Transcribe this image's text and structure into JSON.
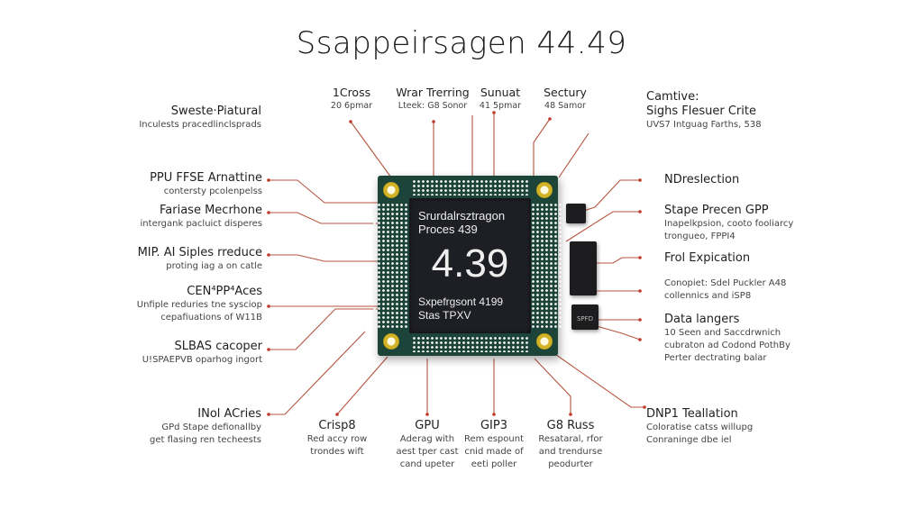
{
  "title": "Ssappeirsagen 44.49",
  "chip": {
    "die_line1": "Srurdalrsztragon",
    "die_line2": "Proces 439",
    "die_big": "4.39",
    "die_line3": "Sxpefrgsont 4199",
    "die_line4": "Stas TPXV",
    "side_chip_a": "",
    "side_chip_b": "",
    "side_chip_c": "SPFD",
    "colors": {
      "pcb": "#1c4438",
      "die": "#1e1f24",
      "pad": "#d3b326",
      "leader": "#b5553f"
    }
  },
  "top_labels": [
    {
      "heading": "1Cross",
      "sub": "20 6pmar"
    },
    {
      "heading": "Wrar Trerring",
      "sub": "Lteek: G8 Sonor"
    },
    {
      "heading": "Sunuat",
      "sub": "41 5pmar"
    },
    {
      "heading": "Sectury",
      "sub": "48 Samor"
    }
  ],
  "top_right": {
    "heading1": "Camtive:",
    "heading2": "Sighs Flesuer Crite",
    "sub": "UVS7 Intguag Farths, 538"
  },
  "left_labels": [
    {
      "heading": "Sweste·Piatural",
      "sub": "Inculests pracedlinclsprads"
    },
    {
      "heading": "PPU FFSE Arnattine",
      "sub": "contersty pcolenpelss"
    },
    {
      "heading": "Fariase Mecrhone",
      "sub": "intergank pacluict disperes"
    },
    {
      "heading": "MIP. AI Siples rreduce",
      "sub": "proting iag a on catle"
    },
    {
      "heading": "CEN⁴PP⁴Aces",
      "sub": "Unfiple reduries tne sysciop",
      "sub2": "cepafiuations of W11B"
    },
    {
      "heading": "SLBAS cacoper",
      "sub": "U!SPAEPVB oparhog ingort"
    },
    {
      "heading": "INol ACries",
      "sub": "GPd Stape defionallby",
      "sub2": "get flasing ren techeests"
    }
  ],
  "right_labels": [
    {
      "heading": "NDreslection"
    },
    {
      "heading": "Stape Precen GPP",
      "sub": "Inapelkpsion, cooto fooliarcy",
      "sub2": "trongueo, FPPI4"
    },
    {
      "heading": "Frol Expication"
    },
    {
      "sub": "Conopiet: Sdel Puckler A48",
      "sub2": "collennics and iSP8"
    },
    {
      "heading": "Data langers",
      "sub": "10 Seen and Saccdrwnich",
      "sub2": "cubraton ad Codond PothBy",
      "sub3": "Perter dectrating balar"
    },
    {
      "heading": "DNP1 Teallation",
      "sub": "Coloratise catss willupg",
      "sub2": "Conraninge dbe iel"
    }
  ],
  "bottom_labels": [
    {
      "heading": "Crisp8",
      "sub": "Red accy row",
      "sub2": "trondes wift"
    },
    {
      "heading": "GPU",
      "sub": "Aderag with",
      "sub2": "aest tper cast",
      "sub3": "cand upeter"
    },
    {
      "heading": "GIP3",
      "sub": "Rem espount",
      "sub2": "cnid made of",
      "sub3": "eeti poller"
    },
    {
      "heading": "G8 Russ",
      "sub": "Resataral, rfor",
      "sub2": "and trendurse",
      "sub3": "peodurter"
    }
  ]
}
